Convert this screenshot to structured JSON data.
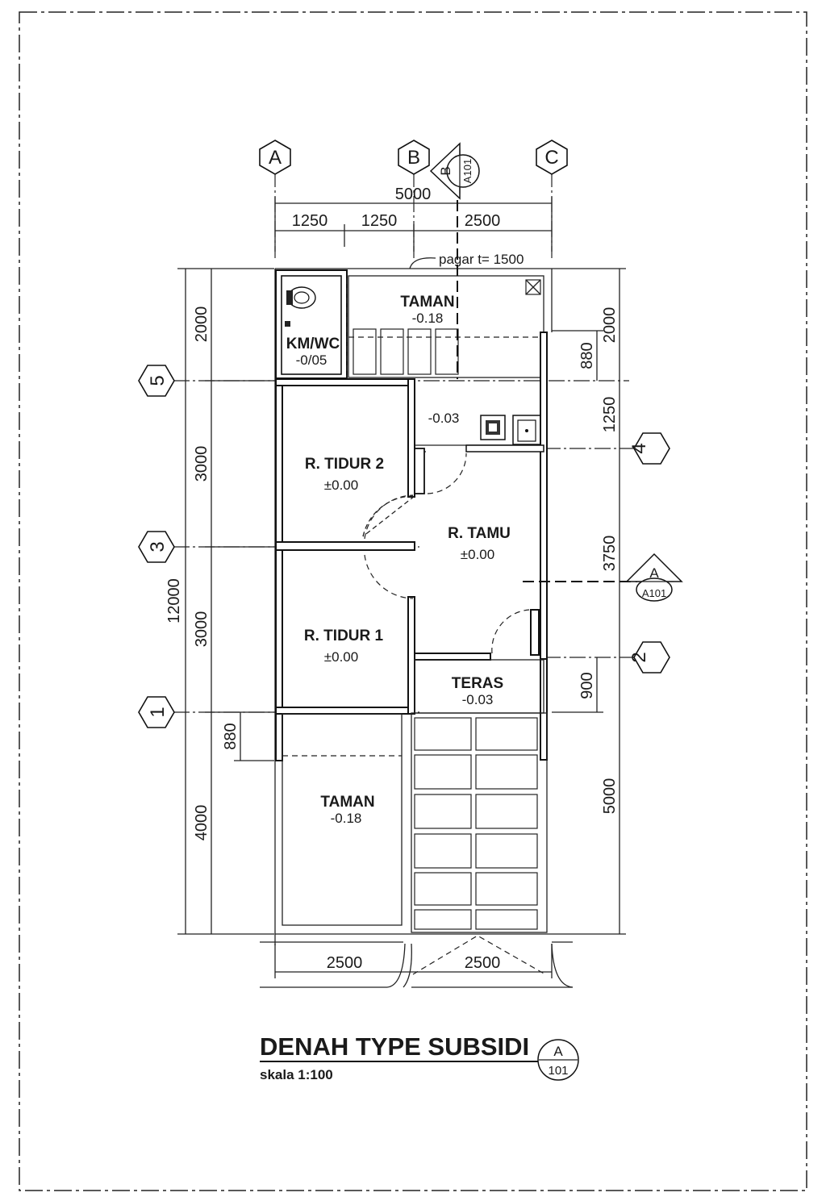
{
  "drawing": {
    "title": "DENAH TYPE SUBSIDI",
    "scale": "skala  1:100",
    "title_ref": {
      "top": "A",
      "bottom": "101"
    }
  },
  "grid_labels": {
    "columns": [
      "A",
      "B",
      "C"
    ],
    "rows": [
      "5",
      "4",
      "3",
      "2",
      "1"
    ]
  },
  "dimensions": {
    "top_total": "5000",
    "top_parts": [
      "1250",
      "1250",
      "2500"
    ],
    "left_total": "12000",
    "left_outer": [
      "2000",
      "3000",
      "3000",
      "4000"
    ],
    "left_inner": "880",
    "right_parts": [
      "2000",
      "880",
      "1250",
      "3750",
      "900",
      "5000"
    ],
    "bottom_parts": [
      "2500",
      "2500"
    ]
  },
  "annotations": {
    "fence": "pagar t= 1500"
  },
  "section_marks": {
    "b": {
      "letter": "B",
      "ref": "A101"
    },
    "a": {
      "letter": "A",
      "ref": "A101"
    }
  },
  "rooms": {
    "taman_top": {
      "name": "TAMAN",
      "level": "-0.18"
    },
    "kmwc": {
      "name": "KM/WC",
      "level": "-0/05"
    },
    "kitchen": {
      "level": "-0.03"
    },
    "tidur2": {
      "name": "R. TIDUR 2",
      "level": "±0.00"
    },
    "tamu": {
      "name": "R. TAMU",
      "level": "±0.00"
    },
    "tidur1": {
      "name": "R. TIDUR 1",
      "level": "±0.00"
    },
    "teras": {
      "name": "TERAS",
      "level": "-0.03"
    },
    "taman_bottom": {
      "name": "TAMAN",
      "level": "-0.18"
    }
  }
}
